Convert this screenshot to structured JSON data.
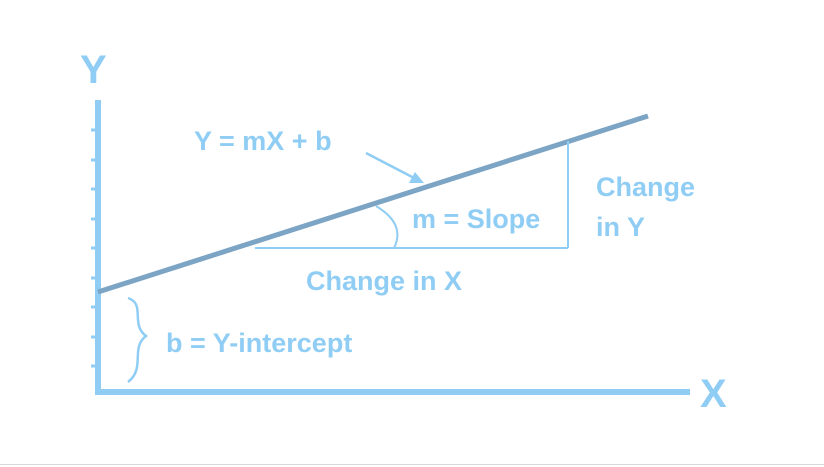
{
  "diagram": {
    "axis_y_label": "Y",
    "axis_x_label": "X",
    "equation_label": "Y = mX + b",
    "slope_label": "m = Slope",
    "change_x_label": "Change in X",
    "change_y_label_line1": "Change",
    "change_y_label_line2": "in Y",
    "intercept_label": "b = Y-intercept"
  },
  "colors": {
    "axis": "#90cdf4",
    "line": "#7ca4c4",
    "text": "#90cdf4"
  }
}
